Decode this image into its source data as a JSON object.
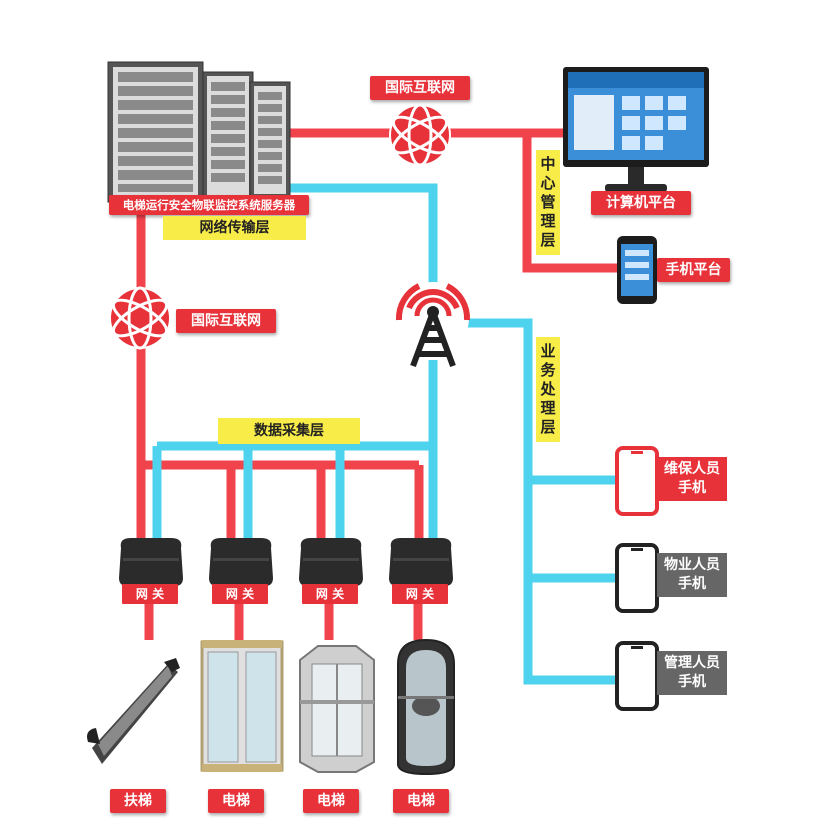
{
  "server": {
    "label": "电梯运行安全物联监控系统服务器"
  },
  "internet_top": {
    "label": "国际互联网"
  },
  "internet_left": {
    "label": "国际互联网"
  },
  "network_layer": {
    "label": "网络传输层"
  },
  "data_layer": {
    "label": "数据采集层"
  },
  "center_layer": {
    "label": "中心管理层"
  },
  "business_layer": {
    "label": "业务处理层"
  },
  "computer": {
    "label": "计算机平台"
  },
  "phone": {
    "label": "手机平台"
  },
  "gateways": [
    "网 关",
    "网 关",
    "网 关",
    "网 关"
  ],
  "devices": [
    "扶梯",
    "电梯",
    "电梯",
    "电梯"
  ],
  "terminals": [
    {
      "label": "维保人员手机",
      "color": "#e8323a"
    },
    {
      "label": "物业人员手机",
      "color": "#666666"
    },
    {
      "label": "管理人员手机",
      "color": "#666666"
    }
  ],
  "colors": {
    "red_line": "#f0434c",
    "blue_line": "#4dd3ee",
    "accent_red": "#e8323a",
    "yellow": "#f8ec48"
  }
}
